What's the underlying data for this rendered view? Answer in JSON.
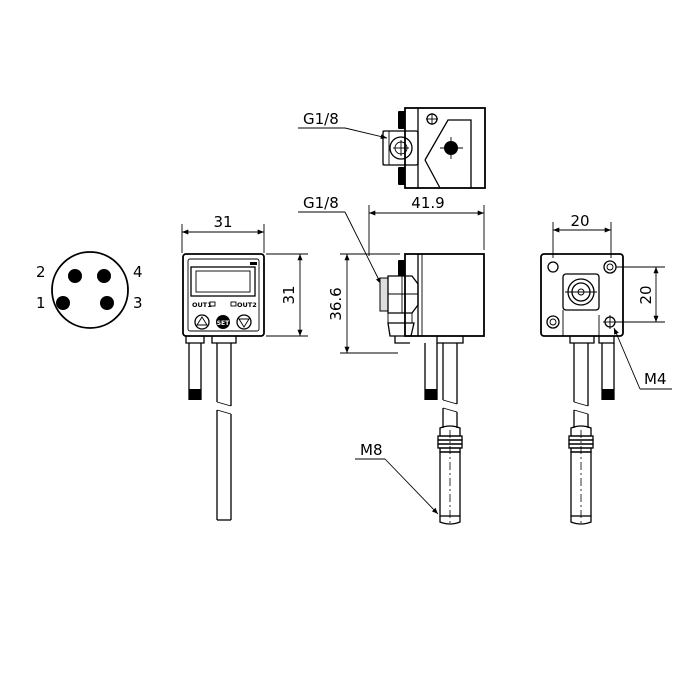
{
  "pinout": {
    "pin_labels": [
      "2",
      "4",
      "1",
      "3"
    ]
  },
  "front_view": {
    "width_dim": "31",
    "height_dim": "31",
    "status_labels": [
      "OUT1",
      "OUT2"
    ],
    "button_label": "SET"
  },
  "side_view": {
    "thread_label": "G1/8",
    "width_dim": "41.9",
    "height_dim": "36.6",
    "connector_label": "M8"
  },
  "top_view": {
    "thread_label": "G1/8"
  },
  "back_view": {
    "hole_spacing_h": "20",
    "hole_spacing_v": "20",
    "screw_label": "M4"
  }
}
